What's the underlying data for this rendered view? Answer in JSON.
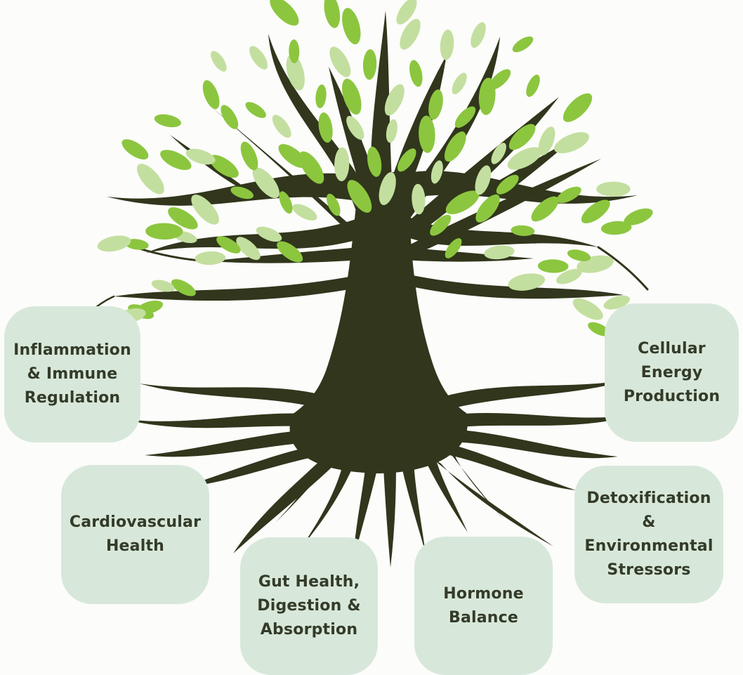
{
  "page": {
    "background_color": "#fcfcfa"
  },
  "illustration": {
    "label": "tree-with-leaves-and-roots",
    "trunk_color": "#31361c",
    "leaf_color_bright": "#8cc63f",
    "leaf_color_pale": "#c3df9f"
  },
  "card_style": {
    "background_color": "#d7e8da",
    "text_color": "#343b28"
  },
  "cards": [
    {
      "name": "inflammation-immune-regulation",
      "label": "Inflammation & Immune Regulation",
      "lines": [
        "Inflammation",
        "& Immune",
        "Regulation"
      ]
    },
    {
      "name": "cellular-energy-production",
      "label": "Cellular Energy Production",
      "lines": [
        "Cellular",
        "Energy",
        "Production"
      ]
    },
    {
      "name": "cardiovascular-health",
      "label": "Cardiovascular Health",
      "lines": [
        "Cardiovascular",
        "Health"
      ]
    },
    {
      "name": "gut-health-digestion-absorption",
      "label": "Gut Health, Digestion & Absorption",
      "lines": [
        "Gut Health,",
        "Digestion &",
        "Absorption"
      ]
    },
    {
      "name": "hormone-balance",
      "label": "Hormone Balance",
      "lines": [
        "Hormone",
        "Balance"
      ]
    },
    {
      "name": "detoxification-environmental-stressors",
      "label": "Detoxification & Environmental Stressors",
      "lines": [
        "Detoxification",
        "&",
        "Environmental",
        "Stressors"
      ]
    }
  ]
}
